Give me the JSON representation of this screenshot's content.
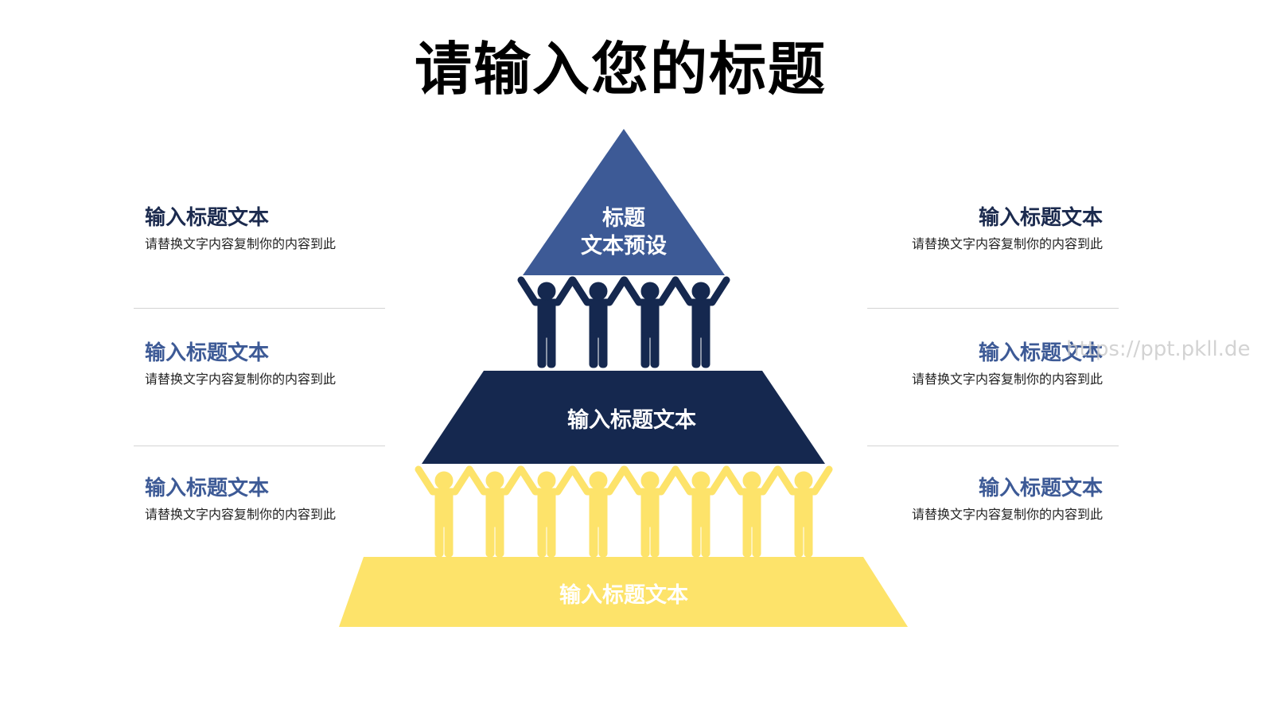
{
  "title": "请输入您的标题",
  "pyramid": {
    "top_line1": "标题",
    "top_line2": "文本预设",
    "middle": "输入标题文本",
    "bottom": "输入标题文本",
    "colors": {
      "top": "#3d5a96",
      "middle": "#15284f",
      "bottom": "#fde36a",
      "figures_top": "#15284f",
      "figures_bottom": "#fde36a"
    }
  },
  "left_items": [
    {
      "heading": "输入标题文本",
      "text": "请替换文字内容复制你的内容到此"
    },
    {
      "heading": "输入标题文本",
      "text": "请替换文字内容复制你的内容到此"
    },
    {
      "heading": "输入标题文本",
      "text": "请替换文字内容复制你的内容到此"
    }
  ],
  "right_items": [
    {
      "heading": "输入标题文本",
      "text": "请替换文字内容复制你的内容到此"
    },
    {
      "heading": "输入标题文本",
      "text": "请替换文字内容复制你的内容到此"
    },
    {
      "heading": "输入标题文本",
      "text": "请替换文字内容复制你的内容到此"
    }
  ],
  "watermark": "https://ppt.pkll.de"
}
